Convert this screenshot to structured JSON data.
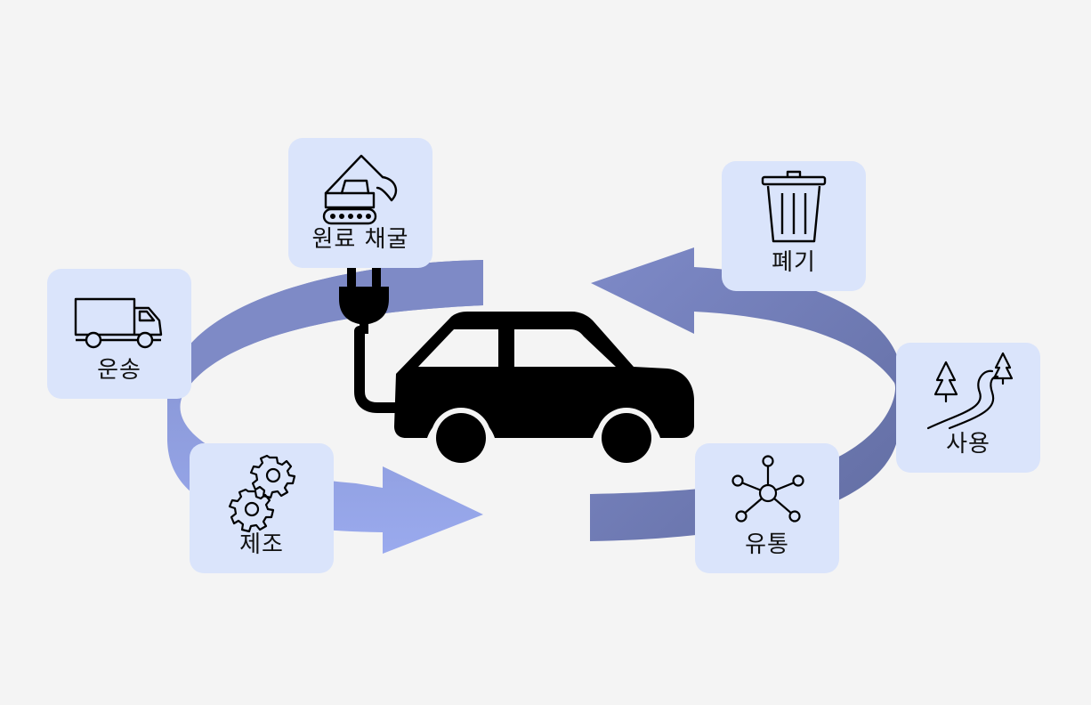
{
  "stages": {
    "mining": {
      "label": "원료 채굴",
      "icon": "excavator-icon"
    },
    "transport": {
      "label": "운송",
      "icon": "truck-icon"
    },
    "manufacture": {
      "label": "제조",
      "icon": "gears-icon"
    },
    "distribution": {
      "label": "유통",
      "icon": "network-icon"
    },
    "use": {
      "label": "사용",
      "icon": "road-trees-icon"
    },
    "disposal": {
      "label": "폐기",
      "icon": "trash-icon"
    }
  },
  "center": {
    "icon": "electric-car-icon"
  },
  "colors": {
    "background": "#f4f4f4",
    "card": "#dae4fb",
    "band_light": "#9aaaee",
    "band_mid": "#7d89c6",
    "band_dark": "#6570a4",
    "icon": "#000000"
  }
}
